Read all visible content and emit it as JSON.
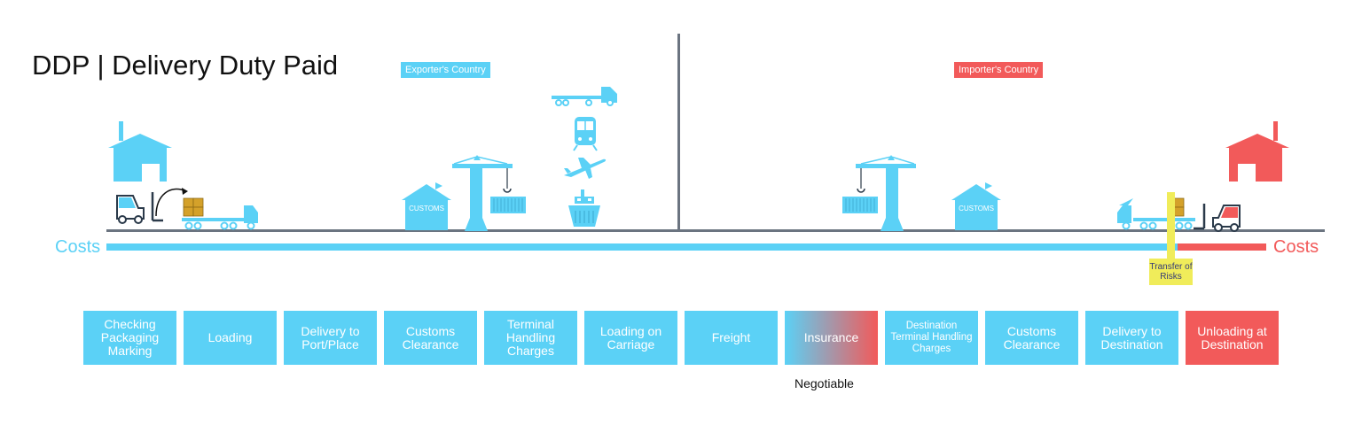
{
  "title": "DDP | Delivery Duty Paid",
  "exporter_label": "Exporter's Country",
  "importer_label": "Importer's Country",
  "costs_left": "Costs",
  "costs_right": "Costs",
  "risk_label": "Transfer of Risks",
  "customs_label": "CUSTOMS",
  "negotiable_label": "Negotiable",
  "colors": {
    "seller": "#5bd1f6",
    "buyer": "#f25a5a",
    "risk": "#f0ec5a",
    "line": "#6b7480"
  },
  "steps": [
    {
      "label": "Checking Packaging Marking",
      "party": "seller"
    },
    {
      "label": "Loading",
      "party": "seller"
    },
    {
      "label": "Delivery to Port/Place",
      "party": "seller"
    },
    {
      "label": "Customs Clearance",
      "party": "seller"
    },
    {
      "label": "Terminal Handling Charges",
      "party": "seller"
    },
    {
      "label": "Loading on Carriage",
      "party": "seller"
    },
    {
      "label": "Freight",
      "party": "seller"
    },
    {
      "label": "Insurance",
      "party": "negotiable"
    },
    {
      "label": "Destination Terminal Handling Charges",
      "party": "seller"
    },
    {
      "label": "Customs Clearance",
      "party": "seller"
    },
    {
      "label": "Delivery to Destination",
      "party": "seller"
    },
    {
      "label": "Unloading at Destination",
      "party": "buyer"
    }
  ],
  "icons": [
    "warehouse-icon",
    "forklift-icon",
    "cargo-truck-icon",
    "customs-house-icon",
    "port-crane-icon",
    "container-icon",
    "truck-icon",
    "train-icon",
    "airplane-icon",
    "ship-icon"
  ]
}
